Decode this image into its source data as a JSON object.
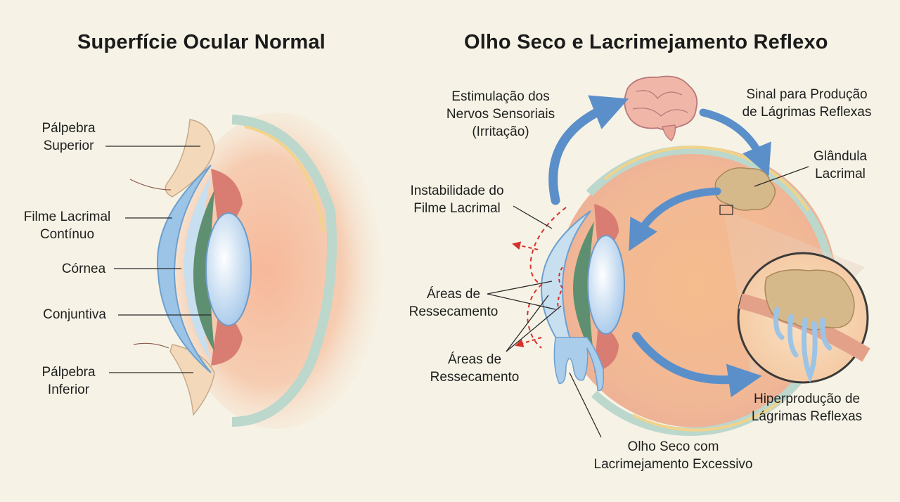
{
  "left_panel": {
    "title": "Superfície Ocular Normal",
    "labels": {
      "upper_eyelid": "Pálpebra\nSuperior",
      "tear_film": "Filme Lacrimal\nContínuo",
      "cornea": "Córnea",
      "conjunctiva": "Conjuntiva",
      "lower_eyelid": "Pálpebra\nInferior"
    }
  },
  "right_panel": {
    "title": "Olho Seco e Lacrimejamento Reflexo",
    "labels": {
      "nerve_stimulation": "Estimulação dos\nNervos Sensoriais\n(Irritação)",
      "signal": "Sinal para Produção\nde Lágrimas Reflexas",
      "lacrimal_gland": "Glândula\nLacrimal",
      "film_instability": "Instabilidade do\nFilme Lacrimal",
      "dry_areas_1": "Áreas de\nRessecamento",
      "dry_areas_2": "Áreas de\nRessecamento",
      "hyperproduction": "Hiperprodução de\nLágrimas Reflexas",
      "dry_eye_tearing": "Olho Seco com\nLacrimejamento Excessivo"
    }
  },
  "colors": {
    "background": "#f6f3e6",
    "arrow": "#5b8fca",
    "tear_film": "#9cc4e6",
    "dashed_line": "#d9302c",
    "gland": "#d6b98b",
    "iris": "#5e8f70",
    "sclera_tissue": "#f2c6a8"
  }
}
